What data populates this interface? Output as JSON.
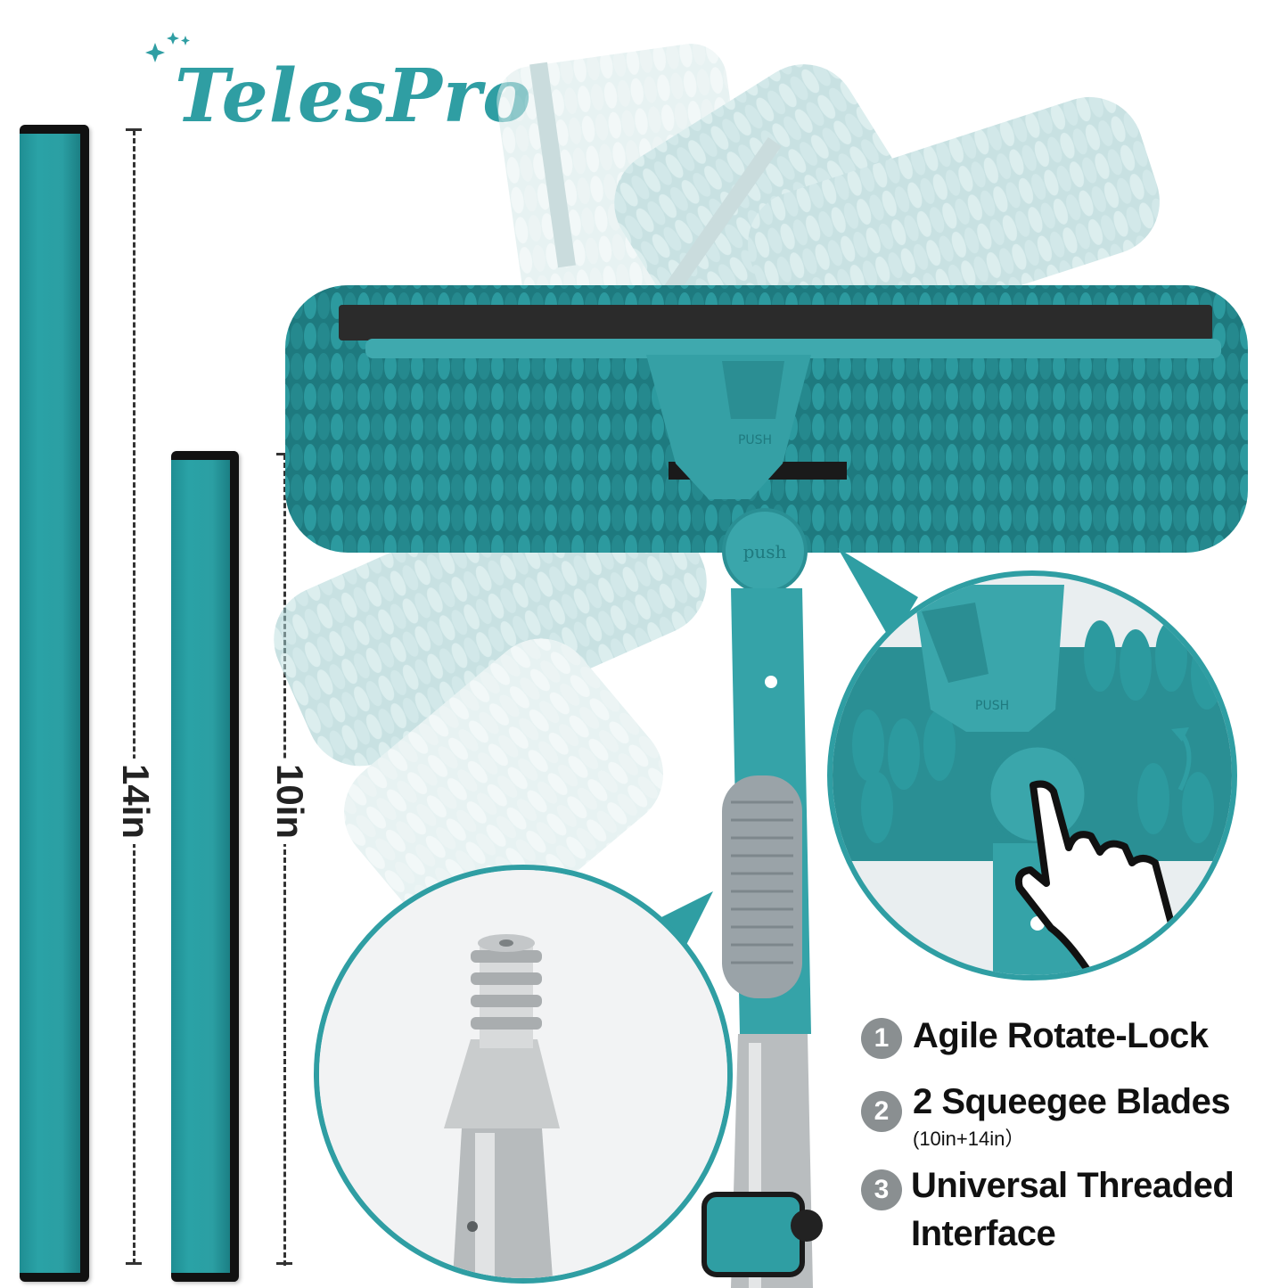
{
  "brand": {
    "name": "TelesPro",
    "color": "#2f9ea3"
  },
  "blades": [
    {
      "label": "14in"
    },
    {
      "label": "10in"
    }
  ],
  "zoom_callout": {
    "button_text": "push",
    "lock_text": "PUSH"
  },
  "features": [
    {
      "number": "1",
      "title": "Agile Rotate-Lock"
    },
    {
      "number": "2",
      "title": "2 Squeegee Blades",
      "subtitle": "(10in+14in）"
    },
    {
      "number": "3",
      "title": "Universal Threaded",
      "title_line2": "Interface"
    }
  ],
  "colors": {
    "teal": "#2f9ea3",
    "teal_dark": "#1b7f84",
    "badge_gray": "#8a8f91",
    "grip_gray": "#9aa3a8"
  }
}
